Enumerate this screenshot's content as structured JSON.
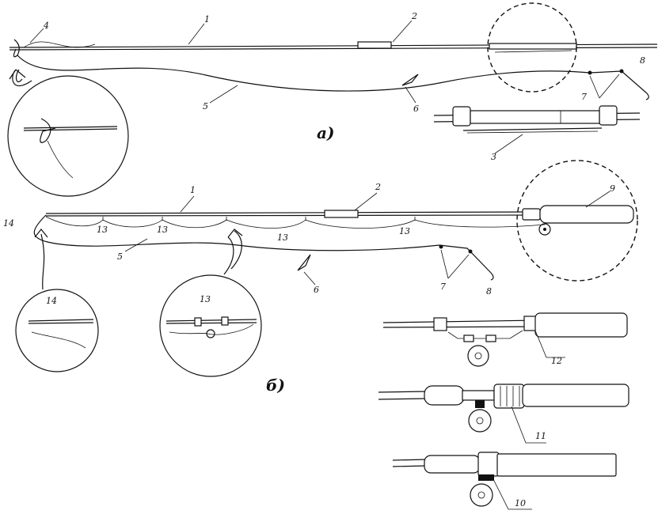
{
  "figure": {
    "captions": {
      "a": "а)",
      "b": "б)"
    },
    "labels_a": {
      "l4": "4",
      "l1": "1",
      "l2": "2",
      "l5": "5",
      "l6": "6",
      "l7": "7",
      "l8": "8",
      "l3": "3"
    },
    "labels_b": {
      "l1": "1",
      "l2": "2",
      "l9": "9",
      "l14": "14",
      "l13a": "13",
      "l13b": "13",
      "l13c": "13",
      "l13d": "13",
      "l5": "5",
      "l6": "6",
      "l7": "7",
      "l8": "8",
      "inset14": "14",
      "inset13": "13",
      "l12": "12",
      "l11": "11",
      "l10": "10"
    }
  }
}
